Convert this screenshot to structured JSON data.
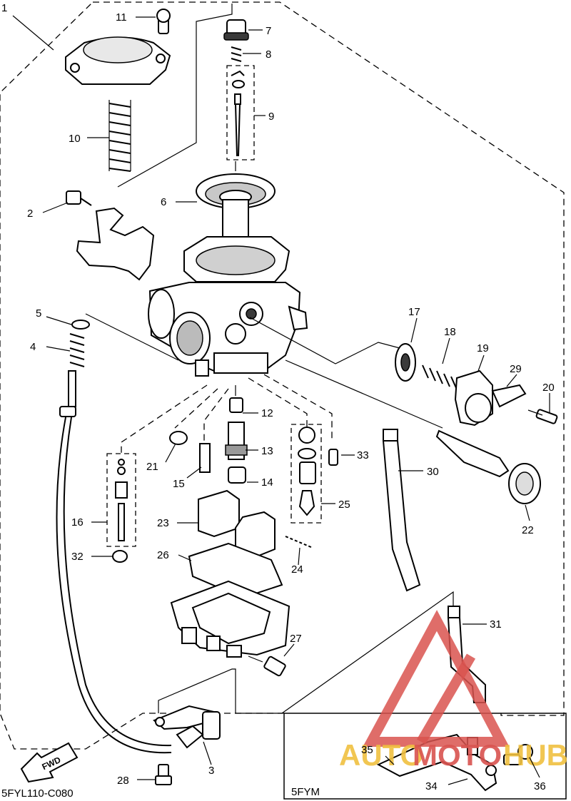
{
  "diagram": {
    "code": "5FYL110-C080",
    "variant_box_label": "5FYM",
    "fwd_label": "FWD",
    "watermark": {
      "text_red": "AUTO",
      "text_mid": "MOTO",
      "text_end": "HUB"
    },
    "callouts": [
      "1",
      "2",
      "3",
      "4",
      "5",
      "6",
      "7",
      "8",
      "9",
      "10",
      "11",
      "12",
      "13",
      "14",
      "15",
      "16",
      "17",
      "18",
      "19",
      "20",
      "21",
      "22",
      "23",
      "24",
      "25",
      "26",
      "27",
      "28",
      "29",
      "30",
      "31",
      "32",
      "33",
      "34",
      "35",
      "36"
    ]
  }
}
